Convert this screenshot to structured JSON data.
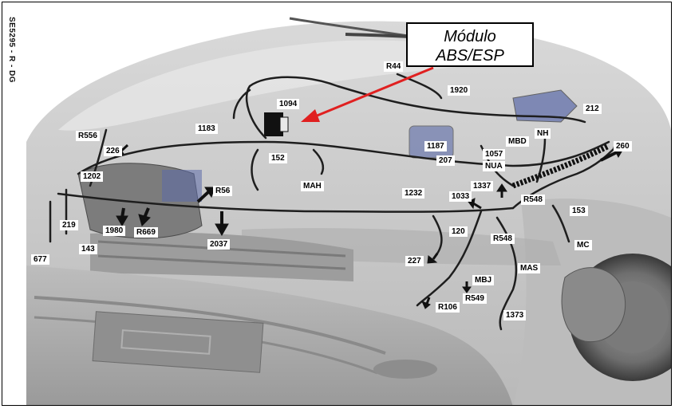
{
  "side_code": "SE5295 - R - DG",
  "callout": {
    "line1": "Módulo",
    "line2": "ABS/ESP"
  },
  "labels": {
    "R44": "R44",
    "1920": "1920",
    "1094": "1094",
    "212": "212",
    "1183": "1183",
    "R556": "R556",
    "226": "226",
    "152": "152",
    "1187": "1187",
    "NH": "NH",
    "MBD": "MBD",
    "260": "260",
    "1057": "1057",
    "207": "207",
    "NUA": "NUA",
    "MAH": "MAH",
    "1202": "1202",
    "R56": "R56",
    "1337": "1337",
    "R548a": "R548",
    "1232": "1232",
    "1033": "1033",
    "153": "153",
    "219": "219",
    "1980": "1980",
    "R669": "R669",
    "120": "120",
    "R548b": "R548",
    "MC": "MC",
    "677": "677",
    "143": "143",
    "2037": "2037",
    "227": "227",
    "MAS": "MAS",
    "MBJ": "MBJ",
    "R549": "R549",
    "R106": "R106",
    "1373": "1373"
  },
  "colors": {
    "highlight_arrow": "#e02020",
    "harness": "#1e1e1e",
    "body_grey": "#c8c8c8",
    "accent_blue": "#5b6aa8"
  }
}
